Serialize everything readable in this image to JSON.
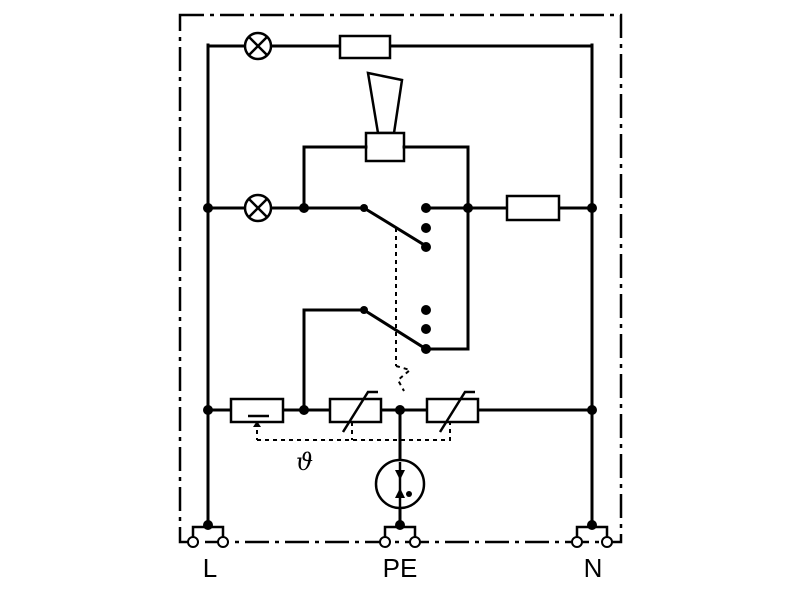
{
  "diagram": {
    "terminals": {
      "line": "L",
      "protective_earth": "PE",
      "neutral": "N"
    },
    "thermal_symbol": "ϑ"
  }
}
